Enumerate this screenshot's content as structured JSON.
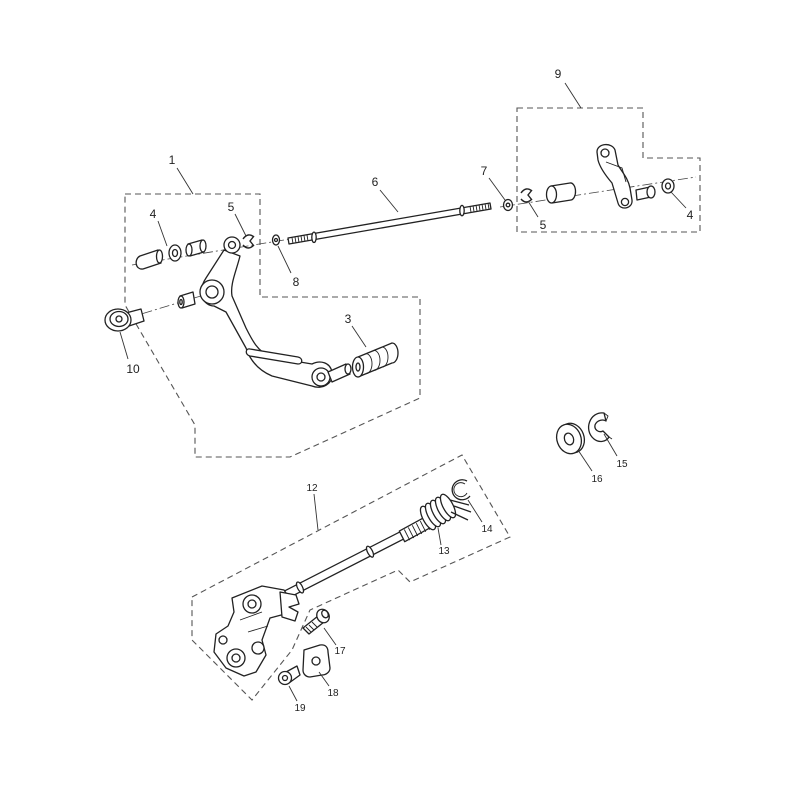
{
  "diagram": {
    "callouts": {
      "p1": "1",
      "p3": "3",
      "p4_left": "4",
      "p4_right": "4",
      "p5_left": "5",
      "p5_right": "5",
      "p6": "6",
      "p7": "7",
      "p8": "8",
      "p9": "9",
      "p10": "10",
      "p12": "12",
      "p13": "13",
      "p14": "14",
      "p15": "15",
      "p16": "16",
      "p17": "17",
      "p18": "18",
      "p19": "19"
    }
  },
  "colors": {
    "background": "#ffffff",
    "line": "#222222",
    "group_outline": "#555555"
  }
}
